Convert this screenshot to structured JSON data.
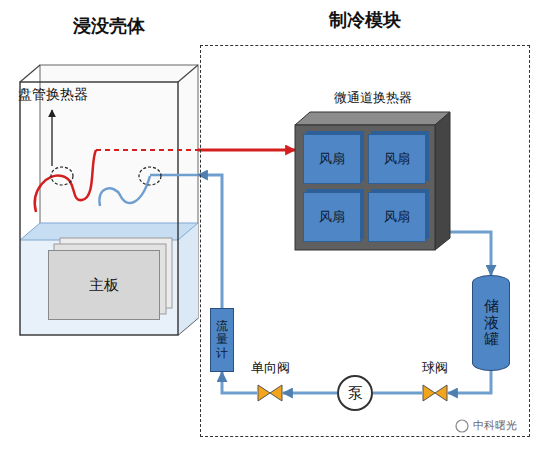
{
  "diagram": {
    "nodes": [
      {
        "text": [
          "浸没壳体"
        ]
      },
      {
        "text": [
          "主板"
        ],
        "in": 0
      },
      {
        "text": [
          "制冷模块"
        ]
      },
      {
        "text": [
          "微通道换热器"
        ],
        "in": 2
      },
      {
        "text": [
          "风扇"
        ],
        "in": 3
      },
      {
        "text": [
          "风扇"
        ],
        "in": 3
      },
      {
        "text": [
          "风扇"
        ],
        "in": 3
      },
      {
        "text": [
          "风扇"
        ],
        "in": 3
      },
      {
        "text": [
          "储液罐"
        ],
        "in": 2
      },
      {
        "text": [
          "球阀"
        ],
        "in": 2
      },
      {
        "text": [
          "泵"
        ],
        "in": 2
      },
      {
        "text": [
          "单向阀"
        ],
        "in": 2
      },
      {
        "text": [
          "流量计"
        ],
        "in": 2
      }
    ],
    "edges": [
      {
        "from": 0,
        "to": 3,
        "arrow": "to"
      },
      {
        "from": 3,
        "to": 8,
        "arrow": "to"
      },
      {
        "from": 8,
        "to": 9,
        "arrow": "to"
      },
      {
        "from": 9,
        "to": 10,
        "arrow": "none"
      },
      {
        "from": 10,
        "to": 11,
        "arrow": "to"
      },
      {
        "from": 11,
        "to": 12,
        "arrow": "to"
      },
      {
        "from": 12,
        "to": 0,
        "arrow": "to"
      }
    ],
    "labels": [
      "盘管换热器",
      "中科曙光"
    ]
  }
}
